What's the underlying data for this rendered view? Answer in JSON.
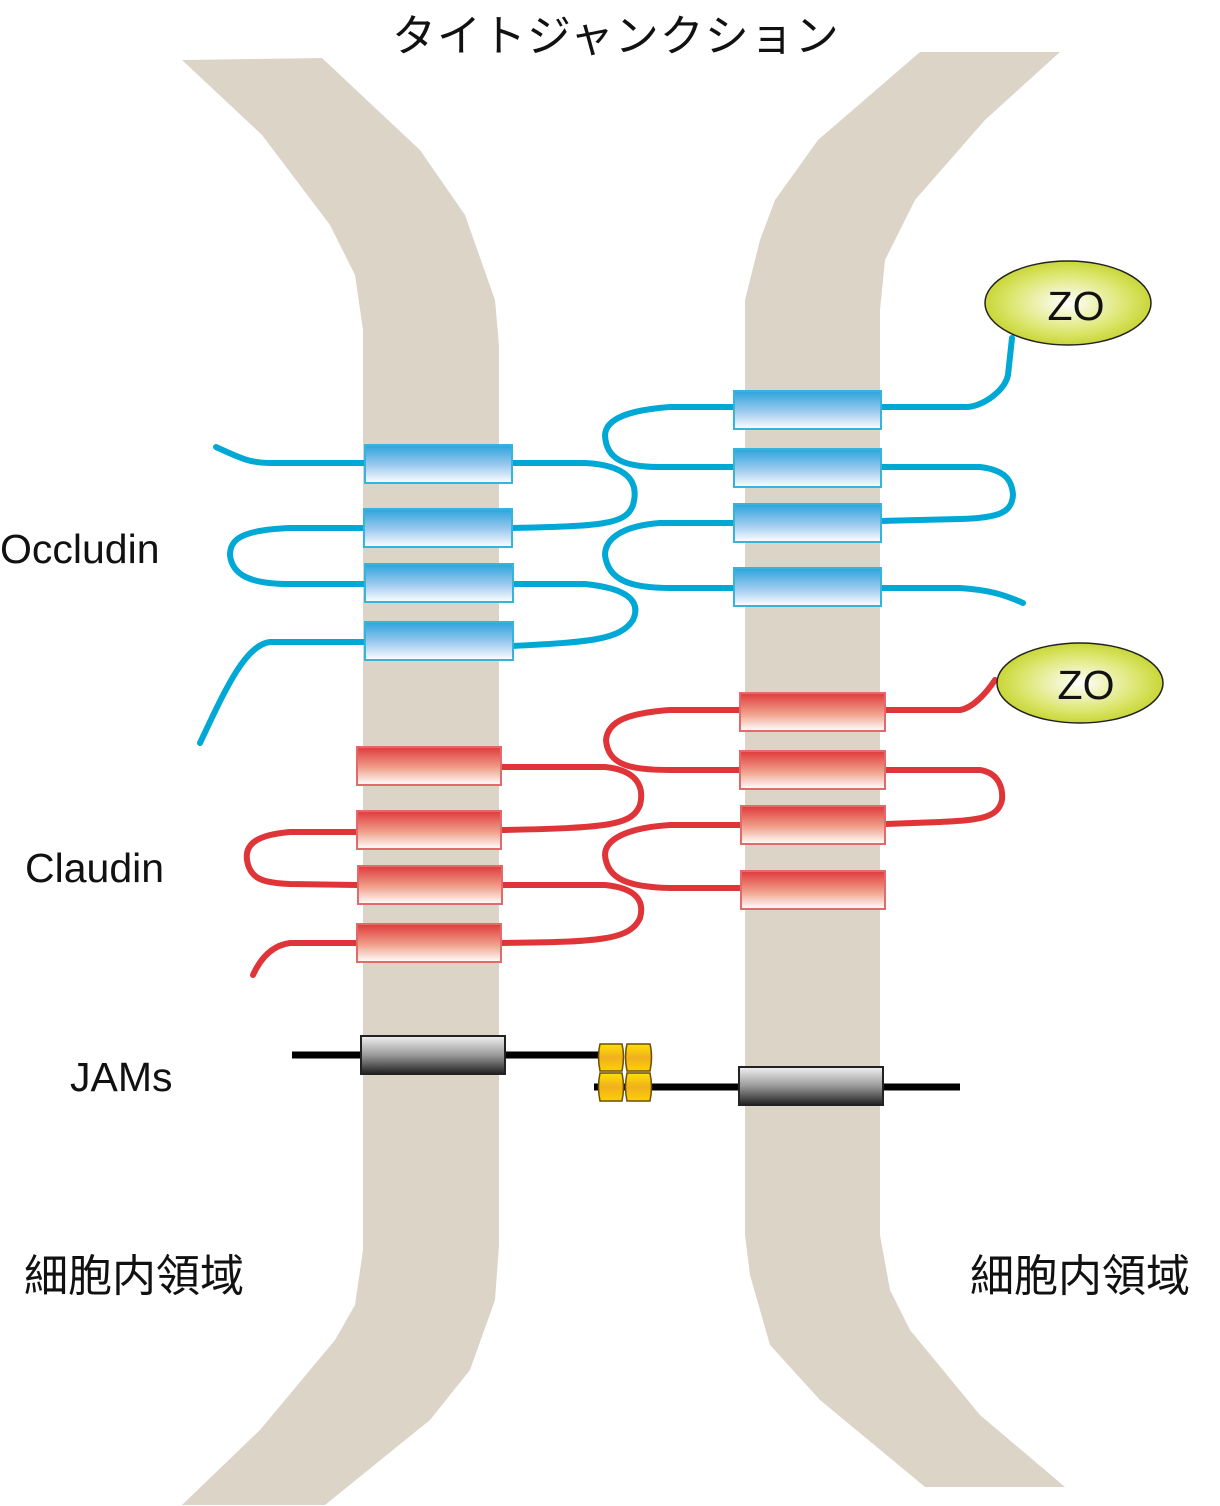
{
  "title": "タイトジャンクション",
  "labels": {
    "occludin": "Occludin",
    "claudin": "Claudin",
    "jams": "JAMs",
    "intracellular_left": "細胞内領域",
    "intracellular_right": "細胞内領域"
  },
  "zo_nodes": [
    {
      "label": "ZO",
      "attached_to": "occludin"
    },
    {
      "label": "ZO",
      "attached_to": "claudin"
    }
  ],
  "colors": {
    "membrane": "#ddd4c8",
    "occludin": "#00a8d6",
    "claudin": "#e03538",
    "jam_line": "#000000",
    "zo_fill": "#c8d62a",
    "jam_dimer": "#f5c400"
  },
  "structure": {
    "occludin_transmembrane_segments_per_cell": 4,
    "claudin_transmembrane_segments_per_cell": 4,
    "jam_transmembrane_segments_per_cell": 1
  }
}
